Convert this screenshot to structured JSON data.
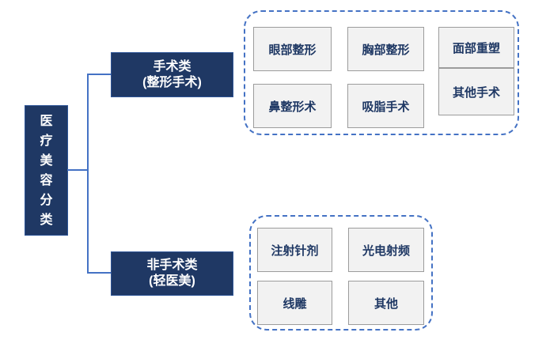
{
  "diagram": {
    "root": {
      "label": "医疗美容分类",
      "chars": [
        "医",
        "疗",
        "美",
        "容",
        "分",
        "类"
      ]
    },
    "branches": [
      {
        "title": "手术类",
        "subtitle": "(整形手术)",
        "items": [
          "眼部整形",
          "胸部整形",
          "面部重塑",
          "鼻整形术",
          "吸脂手术",
          "其他手术"
        ]
      },
      {
        "title": "非手术类",
        "subtitle": "(轻医美)",
        "items": [
          "注射针剂",
          "光电射频",
          "线雕",
          "其他"
        ]
      }
    ],
    "colors": {
      "node_fill": "#1F3864",
      "node_border": "#2E5597",
      "node_text": "#FFFFFF",
      "connector": "#4472C4",
      "group_dashed_border": "#4472C4",
      "item_fill": "#F2F2F2",
      "item_border": "#9C9C9C",
      "item_text": "#1F3864",
      "background": "#FFFFFF"
    }
  }
}
